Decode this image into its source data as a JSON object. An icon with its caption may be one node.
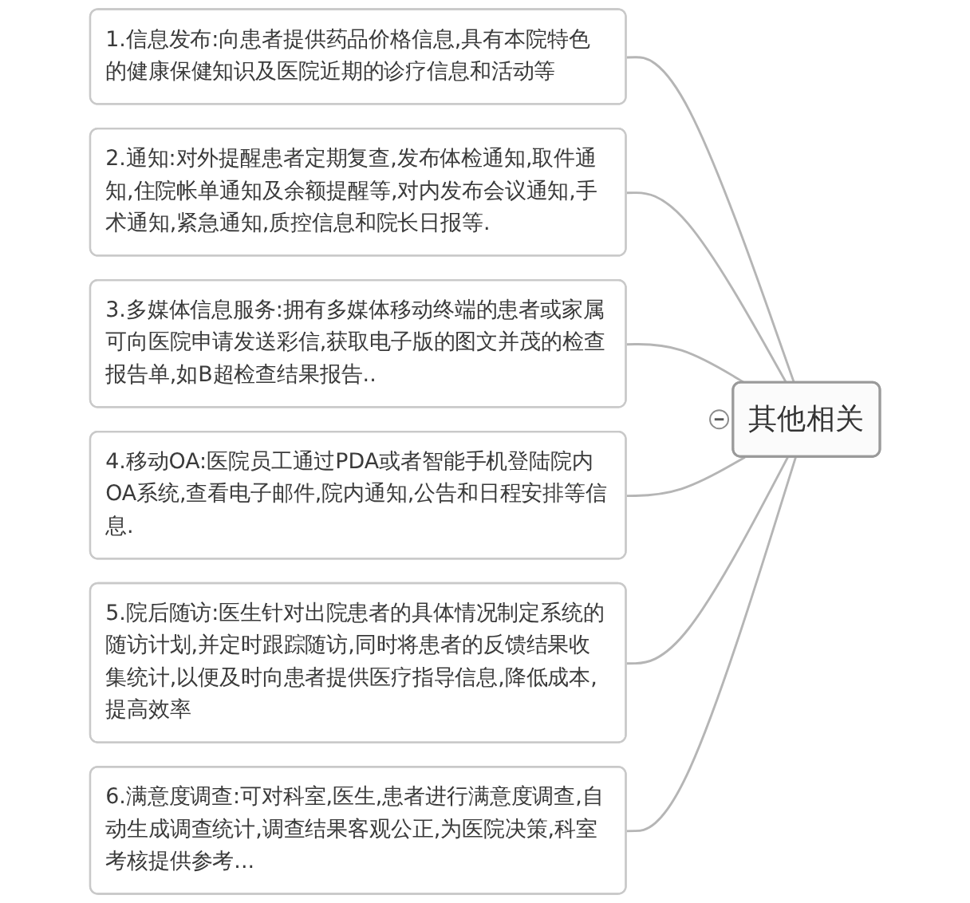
{
  "diagram": {
    "nodes": [
      {
        "text": [
          "其他相关"
        ]
      },
      {
        "text": [
          "1.信息发布:向患者提供药品价格信息,具有本院特色的健康保健知识及医院近期的诊疗信息和活动等"
        ]
      },
      {
        "text": [
          "2.通知:对外提醒患者定期复查,发布体检通知,取件通知,住院帐单通知及余额提醒等,对内发布会议通知,手术通知,紧急通知,质控信息和院长日报等."
        ]
      },
      {
        "text": [
          "3.多媒体信息服务:拥有多媒体移动终端的患者或家属可向医院申请发送彩信,获取电子版的图文并茂的检查报告单,如B超检查结果报告.."
        ]
      },
      {
        "text": [
          "4.移动OA:医院员工通过PDA或者智能手机登陆院内OA系统,查看电子邮件,院内通知,公告和日程安排等信息."
        ]
      },
      {
        "text": [
          "5.院后随访:医生针对出院患者的具体情况制定系统的随访计划,并定时跟踪随访,同时将患者的反馈结果收集统计,以便及时向患者提供医疗指导信息,降低成本,提高效率"
        ]
      },
      {
        "text": [
          "6.满意度调查:可对科室,医生,患者进行满意度调查,自动生成调查统计,调查结果客观公正,为医院决策,科室考核提供参考..."
        ]
      }
    ],
    "edges": [
      {
        "from": 0,
        "to": 1,
        "arrow": "none"
      },
      {
        "from": 0,
        "to": 2,
        "arrow": "none"
      },
      {
        "from": 0,
        "to": 3,
        "arrow": "none"
      },
      {
        "from": 0,
        "to": 4,
        "arrow": "none"
      },
      {
        "from": 0,
        "to": 5,
        "arrow": "none"
      },
      {
        "from": 0,
        "to": 6,
        "arrow": "none"
      }
    ]
  }
}
